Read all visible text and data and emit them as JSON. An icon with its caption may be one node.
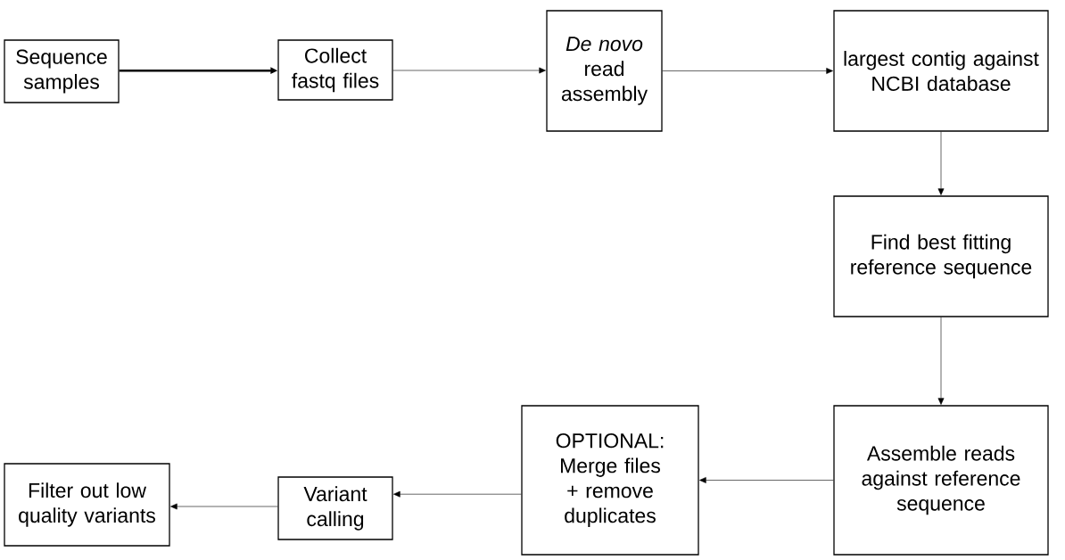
{
  "diagram": {
    "nodes": [
      {
        "text": [
          "Sequence samples"
        ]
      },
      {
        "text": [
          "Collect fastq files"
        ]
      },
      {
        "text": [
          "*De novo* read assembly"
        ]
      },
      {
        "text": [
          "largest contig against NCBI database"
        ]
      },
      {
        "text": [
          "Find best fitting reference sequence"
        ]
      },
      {
        "text": [
          "Assemble reads against reference sequence"
        ]
      },
      {
        "text": [
          "OPTIONAL: Merge files + remove duplicates"
        ]
      },
      {
        "text": [
          "Variant calling"
        ]
      },
      {
        "text": [
          "Filter out low quality variants"
        ]
      }
    ],
    "edges": [
      {
        "from": 0,
        "to": 1,
        "arrow": "to",
        "style": "thick"
      },
      {
        "from": 1,
        "to": 2,
        "arrow": "to"
      },
      {
        "from": 2,
        "to": 3,
        "arrow": "to"
      },
      {
        "from": 3,
        "to": 4,
        "arrow": "to"
      },
      {
        "from": 4,
        "to": 5,
        "arrow": "to"
      },
      {
        "from": 5,
        "to": 6,
        "arrow": "to"
      },
      {
        "from": 6,
        "to": 7,
        "arrow": "to"
      },
      {
        "from": 7,
        "to": 8,
        "arrow": "to"
      }
    ]
  }
}
